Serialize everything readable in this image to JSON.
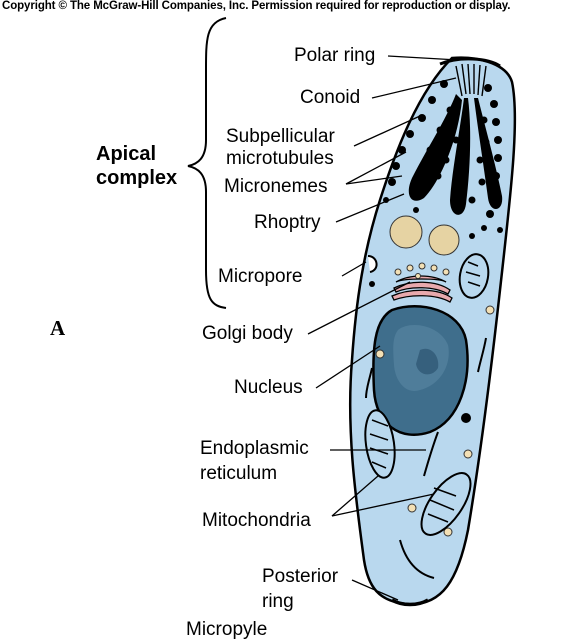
{
  "copyright": "Copyright © The McGraw-Hill Companies, Inc. Permission required for reproduction or display.",
  "panel_letter": "A",
  "group_label": {
    "line1": "Apical",
    "line2": "complex"
  },
  "labels": {
    "polar_ring": "Polar ring",
    "conoid": "Conoid",
    "subpellicular_1": "Subpellicular",
    "subpellicular_2": "microtubules",
    "micronemes": "Micronemes",
    "rhoptry": "Rhoptry",
    "micropore": "Micropore",
    "golgi": "Golgi body",
    "nucleus": "Nucleus",
    "er_1": "Endoplasmic",
    "er_2": "reticulum",
    "mitochondria": "Mitochondria",
    "posterior_1": "Posterior",
    "posterior_2": "ring",
    "micropyle": "Micropyle"
  },
  "colors": {
    "cell_fill": "#b9d8ee",
    "nucleus_fill": "#3f6e8c",
    "rhoptry_fill": "#000000",
    "vesicle_fill": "#f3e0b5",
    "golgi_fill": "#e8a9ad"
  }
}
